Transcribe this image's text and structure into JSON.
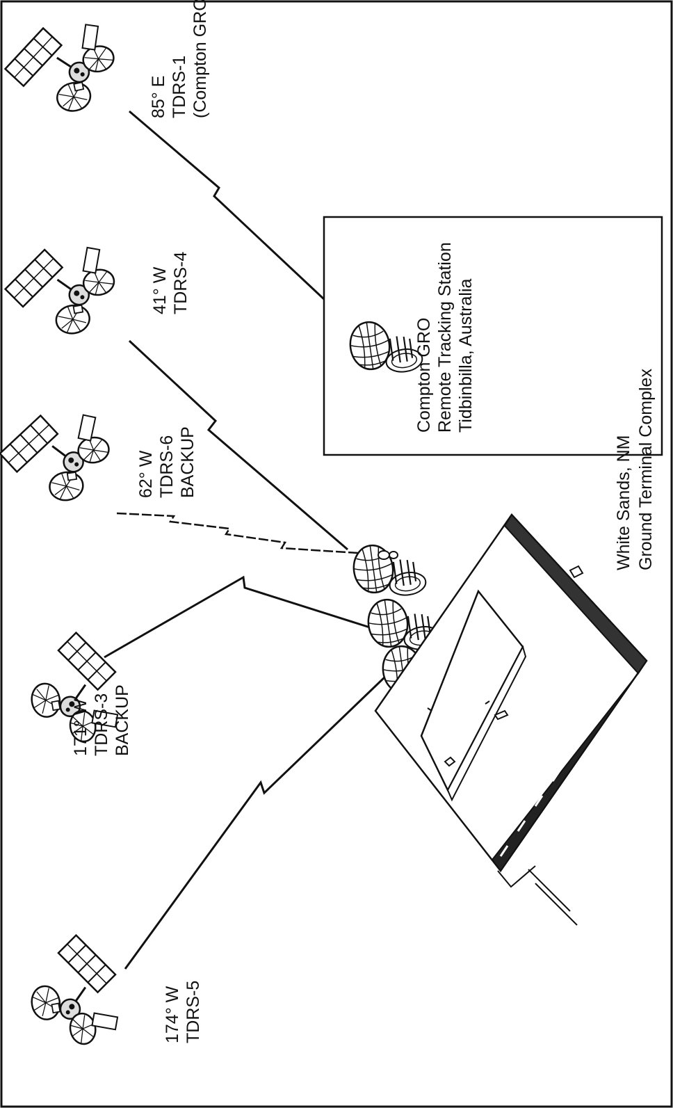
{
  "satellites": [
    {
      "id": "tdrs1",
      "longitude": "85° E",
      "name": "TDRS-1",
      "note": "(Compton GRO)"
    },
    {
      "id": "tdrs4",
      "longitude": "41° W",
      "name": "TDRS-4"
    },
    {
      "id": "tdrs6",
      "longitude": "62° W",
      "name": "TDRS-6",
      "note": "BACKUP"
    },
    {
      "id": "tdrs3",
      "longitude": "171° W",
      "name": "TDRS-3",
      "note": "BACKUP"
    },
    {
      "id": "tdrs5",
      "longitude": "174° W",
      "name": "TDRS-5"
    }
  ],
  "remote_station": {
    "line1": "Compton GRO",
    "line2": "Remote Tracking Station",
    "line3": "Tidbinbilla, Australia"
  },
  "ground_complex": {
    "line1": "White Sands, NM",
    "line2": "Ground Terminal Complex"
  }
}
